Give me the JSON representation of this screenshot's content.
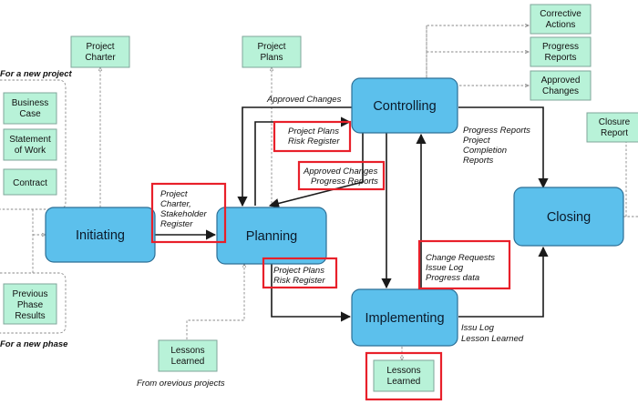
{
  "processes": {
    "initiating": "Initiating",
    "planning": "Planning",
    "controlling": "Controlling",
    "implementing": "Implementing",
    "closing": "Closing"
  },
  "documents": {
    "project_charter": [
      "Project",
      "Charter"
    ],
    "project_plans": [
      "Project",
      "Plans"
    ],
    "business_case": [
      "Business",
      "Case"
    ],
    "statement_of_work": [
      "Statement",
      "of Work"
    ],
    "contract": [
      "Contract"
    ],
    "previous_phase_results": [
      "Previous",
      "Phase",
      "Results"
    ],
    "lessons_learned_prev": [
      "Lessons",
      "Learned"
    ],
    "lessons_learned_out": [
      "Lessons",
      "Learned"
    ],
    "corrective_actions": [
      "Corrective",
      "Actions"
    ],
    "progress_reports": [
      "Progress",
      "Reports"
    ],
    "approved_changes": [
      "Approved",
      "Changes"
    ],
    "closure_report": [
      "Closure",
      "Report"
    ]
  },
  "labels": {
    "for_new_project": "For a new project",
    "for_new_phase": "For a new phase",
    "approved_changes_top": "Approved Changes",
    "charter_flow": [
      "Project",
      "Charter,",
      "Stakeholder",
      "Register"
    ],
    "plans_to_control": [
      "Project Plans",
      "Risk Register"
    ],
    "control_to_plan": [
      "Approved Changes",
      "Progress Reports"
    ],
    "plans_to_impl": [
      "Project Plans",
      "Risk Register"
    ],
    "impl_to_control": [
      "Change Requests",
      "Issue Log",
      "Progress data"
    ],
    "control_to_close": [
      "Progress Reports",
      "Project",
      "Completion",
      "Reports"
    ],
    "impl_out": [
      "Issu Log",
      "Lesson Learned"
    ],
    "from_previous_projects": "From orevious projects"
  }
}
